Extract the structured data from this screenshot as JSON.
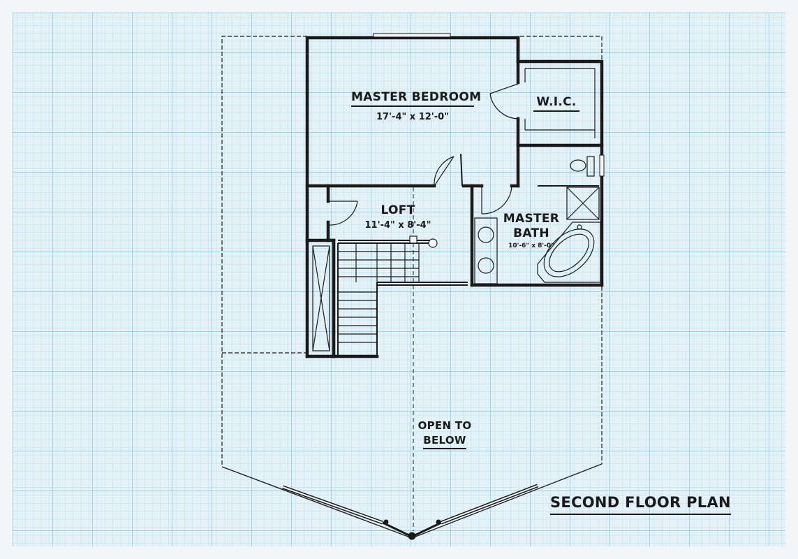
{
  "colors": {
    "paper": "#f2f6f8",
    "grid_minor": "#aad9ea",
    "grid_major": "#6fc0dc",
    "ink": "#1a1a1a"
  },
  "plan_title": "SECOND FLOOR PLAN",
  "rooms": {
    "master_bedroom": {
      "name": "MASTER BEDROOM",
      "dimensions": "17'-4\" x 12'-0\""
    },
    "wic": {
      "name": "W.I.C."
    },
    "loft": {
      "name": "LOFT",
      "dimensions": "11'-4\" x 8'-4\""
    },
    "master_bath": {
      "name_line1": "MASTER",
      "name_line2": "BATH",
      "dimensions": "10'-6\" x 8'-0\""
    },
    "open_to_below": {
      "name_line1": "OPEN TO",
      "name_line2": "BELOW"
    }
  }
}
